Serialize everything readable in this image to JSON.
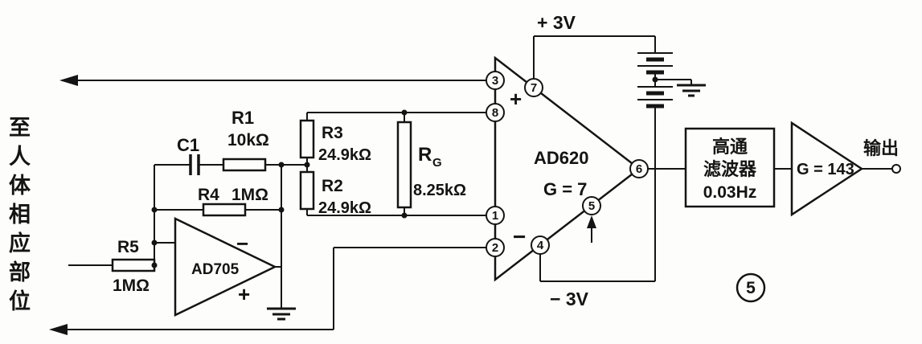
{
  "left_label": {
    "text": "至人体相应部位"
  },
  "components": {
    "c1": {
      "name": "C1"
    },
    "r1": {
      "name": "R1",
      "value": "10kΩ"
    },
    "r2": {
      "name": "R2",
      "value": "24.9kΩ"
    },
    "r3": {
      "name": "R3",
      "value": "24.9kΩ"
    },
    "r4": {
      "name": "R4",
      "value": "1MΩ"
    },
    "r5": {
      "name": "R5",
      "value": "1MΩ"
    },
    "rg": {
      "name": "R",
      "subscript": "G",
      "value": "8.25kΩ"
    }
  },
  "op_amp_705": {
    "label": "AD705",
    "minus": "−",
    "plus": "+"
  },
  "inamp_620": {
    "label": "AD620",
    "gain": "G = 7",
    "plus": "+",
    "minus": "−",
    "pins": {
      "p3": "3",
      "p8": "8",
      "p1": "1",
      "p2": "2",
      "p7": "7",
      "p4": "4",
      "p5": "5",
      "p6": "6"
    }
  },
  "supply": {
    "positive": "+ 3V",
    "negative": "− 3V"
  },
  "filter": {
    "line1": "高通",
    "line2": "滤波器",
    "line3": "0.03Hz"
  },
  "output_amp": {
    "gain": "G = 143"
  },
  "output": {
    "label": "输出"
  },
  "figure": {
    "number": "5"
  }
}
